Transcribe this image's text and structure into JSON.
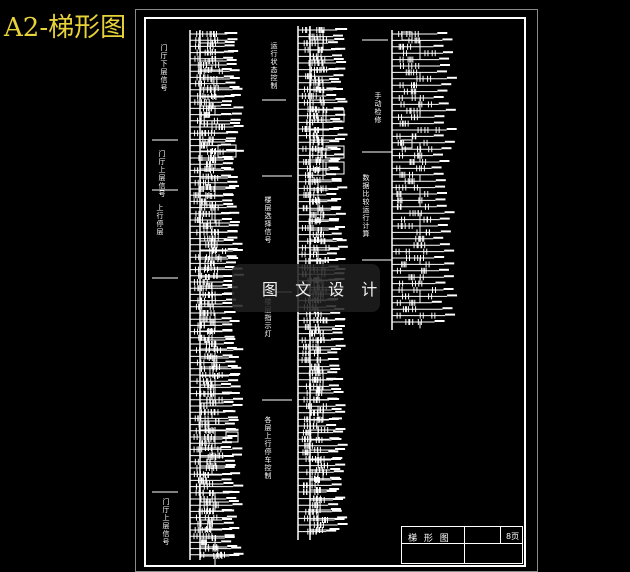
{
  "header": {
    "title": "A2-梯形图"
  },
  "watermark": {
    "text": "图 文 设 计"
  },
  "title_block": {
    "name": "梯 形 图",
    "page": "8页"
  },
  "section_labels": [
    "门厅下层信号",
    "手动检修",
    "门厅上层信号",
    "上行停层",
    "数据比较运行计算",
    "运行状态控制",
    "楼层选择信号",
    "楼层指示灯",
    "各层上行停车控制",
    "门厅上层信号"
  ],
  "colors": {
    "background": "#000000",
    "line": "#ffffff",
    "title": "#e8d23a"
  }
}
